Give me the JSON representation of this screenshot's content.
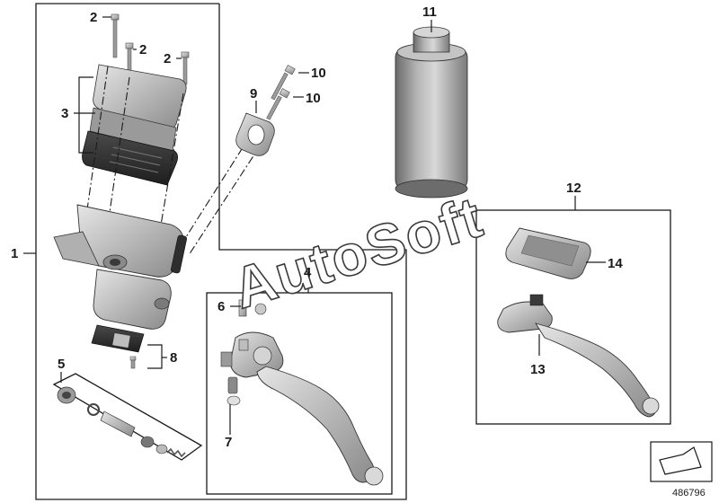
{
  "watermark": "AutoSoft",
  "document_number": "486796",
  "callouts": {
    "c1": "1",
    "c2a": "2",
    "c2b": "2",
    "c2c": "2",
    "c3": "3",
    "c4": "4",
    "c5": "5",
    "c6": "6",
    "c7": "7",
    "c8": "8",
    "c9": "9",
    "c10a": "10",
    "c10b": "10",
    "c11": "11",
    "c12": "12",
    "c13": "13",
    "c14": "14"
  },
  "colors": {
    "part_metal_light": "#c9c9c9",
    "part_metal_mid": "#9b9b9b",
    "part_metal_dark": "#6e6e6e",
    "rubber_black": "#2b2b2b",
    "line": "#1a1a1a"
  }
}
